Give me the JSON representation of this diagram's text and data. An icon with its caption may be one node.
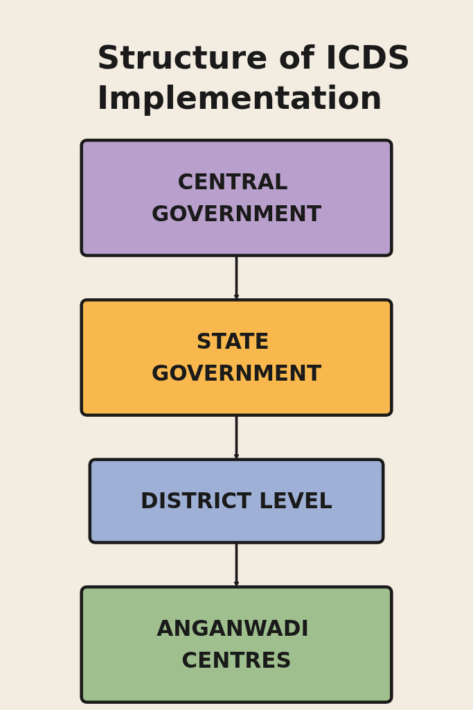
{
  "diagram": {
    "title": "Structure of ICDS Implementation",
    "nodes": [
      {
        "text": [
          "CENTRAL GOVERNMENT"
        ]
      },
      {
        "text": [
          "STATE GOVERNMENT"
        ]
      },
      {
        "text": [
          "DISTRICT LEVEL"
        ]
      },
      {
        "text": [
          "ANGANWADI CENTRES"
        ]
      }
    ],
    "edges": [
      {
        "from": 0,
        "to": 1,
        "arrow": "to"
      },
      {
        "from": 1,
        "to": 2,
        "arrow": "to"
      },
      {
        "from": 2,
        "to": 3,
        "arrow": "to"
      }
    ]
  }
}
